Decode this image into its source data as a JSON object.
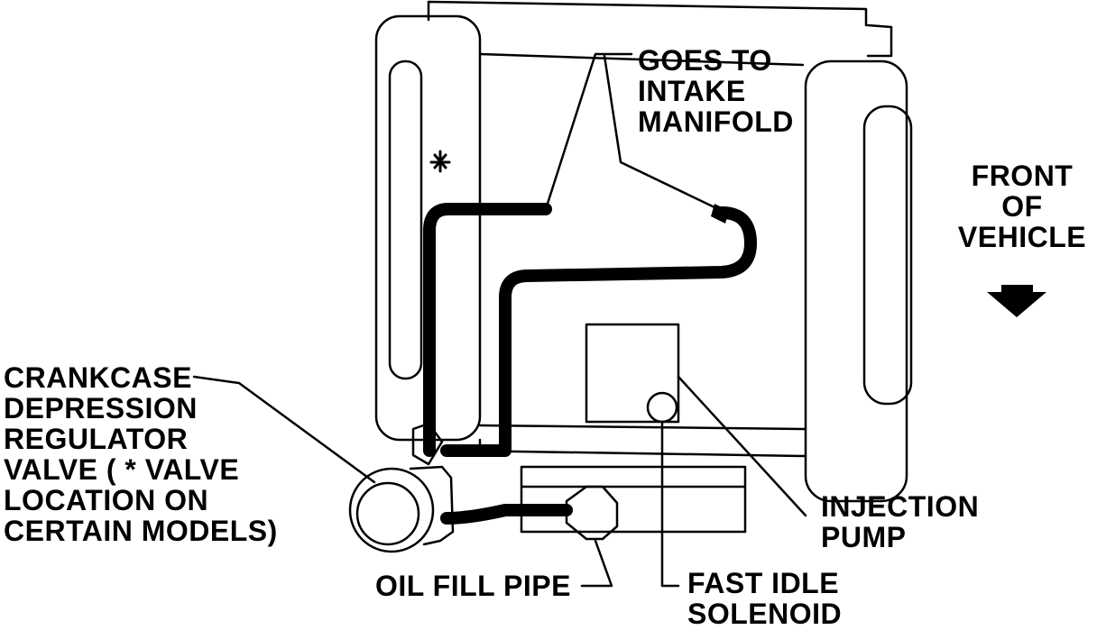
{
  "labels": {
    "intake": [
      "GOES TO",
      "INTAKE",
      "MANIFOLD"
    ],
    "front": [
      "FRONT",
      "OF",
      "VEHICLE"
    ],
    "crankcase": [
      "CRANKCASE",
      "DEPRESSION",
      "REGULATOR",
      "VALVE ( * VALVE",
      "LOCATION ON",
      "CERTAIN MODELS)"
    ],
    "injection_pump": [
      "INJECTION",
      "PUMP"
    ],
    "oil_fill_pipe": "OIL FILL PIPE",
    "fast_idle": [
      "FAST IDLE",
      "SOLENOID"
    ],
    "asterisk": "*"
  },
  "colors": {
    "line": "#000000",
    "background": "#ffffff"
  },
  "icons": {
    "front_arrow": "arrow-down-icon"
  }
}
